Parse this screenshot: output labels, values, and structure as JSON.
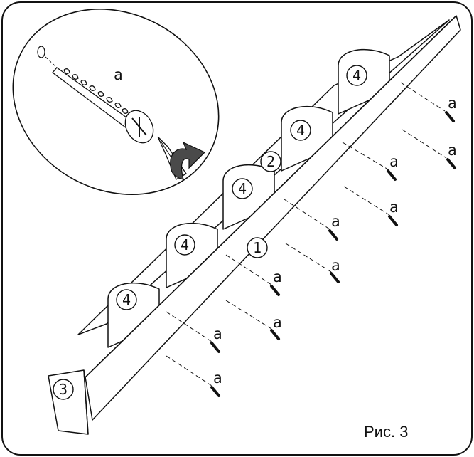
{
  "figure": {
    "caption": "Рис. 3",
    "zoom_label": "a",
    "part_labels": {
      "panel": "1",
      "rail": "2",
      "end_cap": "3",
      "bracket": "4"
    },
    "screw_label": "a"
  }
}
